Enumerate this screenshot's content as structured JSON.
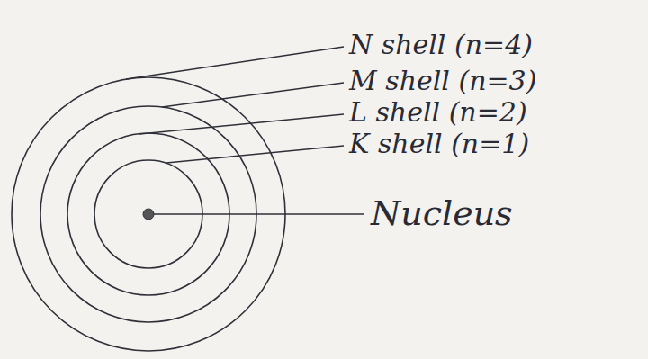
{
  "diagram": {
    "labels": [
      "N shell (n=4)",
      "M shell (n=3)",
      "L shell (n=2)",
      "K shell (n=1)",
      "Nucleus"
    ]
  }
}
